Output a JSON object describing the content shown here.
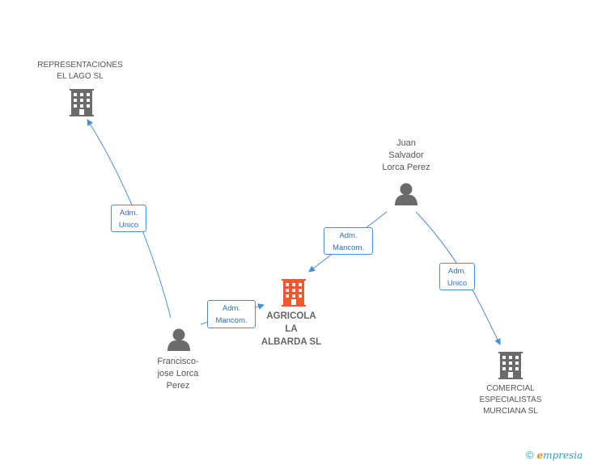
{
  "nodes": {
    "representaciones": {
      "lines": [
        "REPRESENTACIONES",
        "EL LAGO  SL"
      ],
      "icon": "building-icon",
      "color": "#6b6b6b"
    },
    "agricola": {
      "lines": [
        "AGRICOLA",
        "LA",
        "ALBARDA SL"
      ],
      "icon": "building-icon",
      "color": "#f05a28"
    },
    "comercial": {
      "lines": [
        "COMERCIAL",
        "ESPECIALISTAS",
        "MURCIANA SL"
      ],
      "icon": "building-icon",
      "color": "#6b6b6b"
    },
    "juan": {
      "lines": [
        "Juan",
        "Salvador",
        "Lorca Perez"
      ],
      "icon": "person-icon",
      "color": "#6b6b6b"
    },
    "francisco": {
      "lines": [
        "Francisco-",
        "jose Lorca",
        "Perez"
      ],
      "icon": "person-icon",
      "color": "#6b6b6b"
    }
  },
  "edges": {
    "francisco_representaciones": {
      "lines": [
        "Adm.",
        "Unico"
      ]
    },
    "francisco_agricola": {
      "lines": [
        "Adm.",
        "Mancom."
      ]
    },
    "juan_agricola": {
      "lines": [
        "Adm.",
        "Mancom."
      ]
    },
    "juan_comercial": {
      "lines": [
        "Adm.",
        "Unico"
      ]
    }
  },
  "colors": {
    "edge": "#4a8fd6"
  },
  "watermark": {
    "copyright": "©",
    "brand_initial": "e",
    "brand_rest": "mpresia"
  }
}
